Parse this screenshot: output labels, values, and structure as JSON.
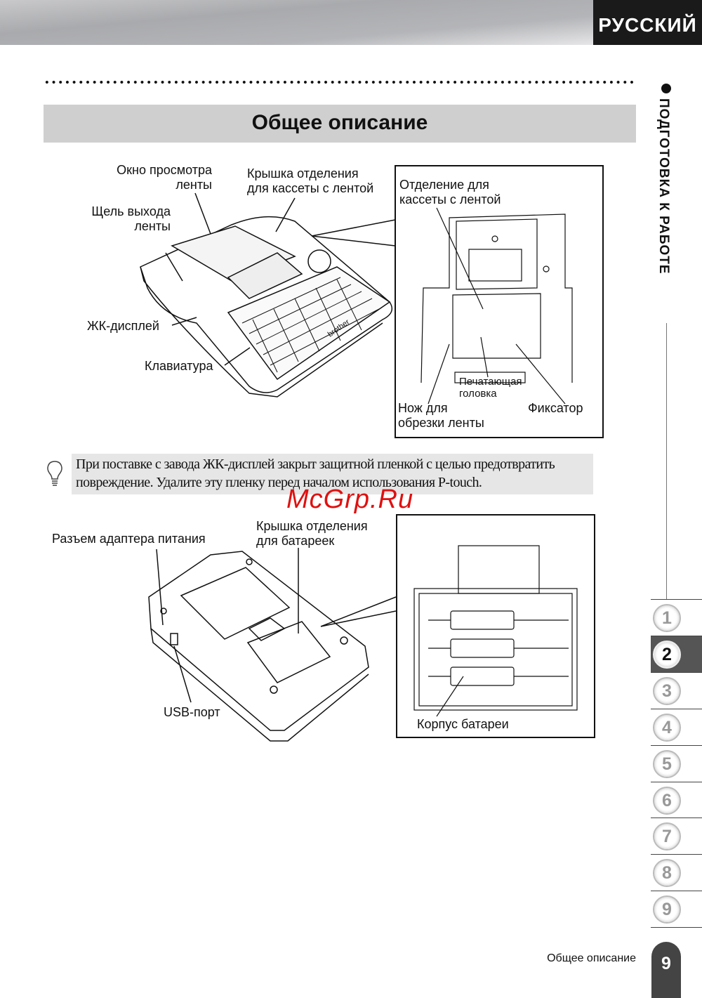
{
  "header": {
    "language": "РУССКИЙ"
  },
  "title": "Общее описание",
  "side_category": "ПОДГОТОВКА К РАБОТЕ",
  "chapters": [
    {
      "n": "1"
    },
    {
      "n": "2",
      "active": true
    },
    {
      "n": "3"
    },
    {
      "n": "4"
    },
    {
      "n": "5"
    },
    {
      "n": "6"
    },
    {
      "n": "7"
    },
    {
      "n": "8"
    },
    {
      "n": "9"
    }
  ],
  "diagram1": {
    "labels": {
      "tape_view_window": "Окно просмотра\nленты",
      "tape_cover": "Крышка отделения\nдля кассеты с лентой",
      "tape_exit_slot": "Щель выхода\nленты",
      "lcd": "ЖК-дисплей",
      "keyboard": "Клавиатура",
      "cassette_compartment": "Отделение для\nкассеты с лентой",
      "print_head": "Печатающая\nголовка",
      "cutter": "Нож для\nобрезки ленты",
      "release_lever": "Фиксатор"
    },
    "brand": "brother"
  },
  "note": {
    "icon": "lightbulb-icon",
    "text": "При поставке с завода ЖК-дисплей закрыт защитной пленкой с целью предотвратить повреждение. Удалите эту пленку перед началом использования P-touch."
  },
  "watermark": "McGrp.Ru",
  "diagram2": {
    "labels": {
      "ac_adapter_jack": "Разъем адаптера питания",
      "battery_cover": "Крышка отделения\nдля батареек",
      "usb_port": "USB-порт",
      "battery_case": "Корпус батареи"
    }
  },
  "footer": {
    "section": "Общее описание",
    "page": "9"
  }
}
